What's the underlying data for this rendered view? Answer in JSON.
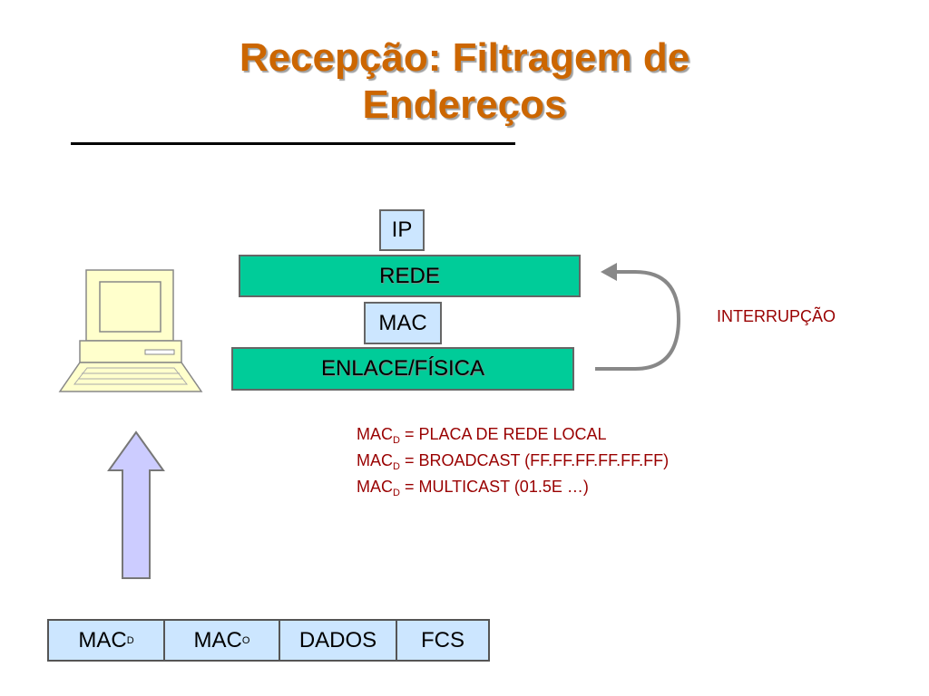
{
  "title": {
    "line1": "Recepção: Filtragem de",
    "line2": "Endereços"
  },
  "stack": {
    "ip": "IP",
    "rede": "REDE",
    "mac": "MAC",
    "enlace": "ENLACE/FÍSICA"
  },
  "interrupt_label": "INTERRUPÇÃO",
  "legend": [
    {
      "base": "MAC",
      "sub": "D",
      "rest": " = PLACA DE REDE LOCAL"
    },
    {
      "base": "MAC",
      "sub": "D",
      "rest": " = BROADCAST (FF.FF.FF.FF.FF.FF)"
    },
    {
      "base": "MAC",
      "sub": "D",
      "rest": " = MULTICAST (01.5E …)"
    }
  ],
  "frame": [
    {
      "base": "MAC",
      "sub": "D"
    },
    {
      "base": "MAC",
      "sub": "O"
    },
    {
      "base": "DADOS",
      "sub": ""
    },
    {
      "base": "FCS",
      "sub": ""
    }
  ],
  "colors": {
    "title": "#cc6600",
    "green": "#00cc99",
    "blue": "#cce6ff",
    "dark_red": "#990000",
    "arrow": "#ccccff"
  }
}
